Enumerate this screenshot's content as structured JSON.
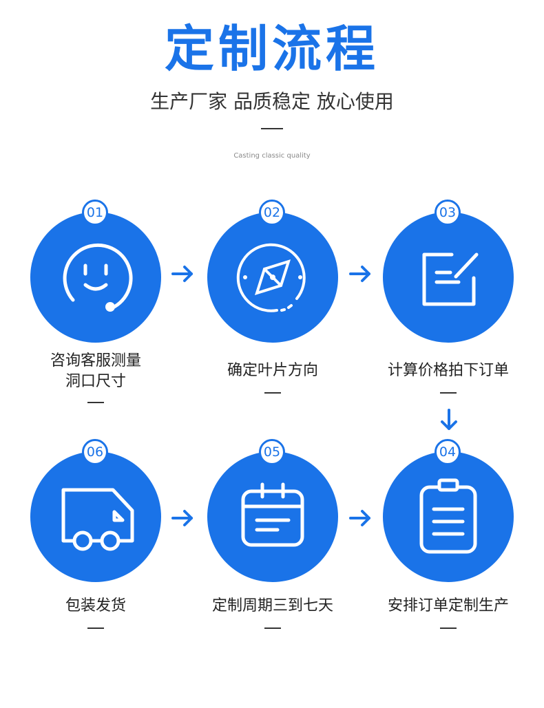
{
  "header": {
    "title": "定制流程",
    "subtitle": "生产厂家 品质稳定 放心使用",
    "tagline": "Casting classic quality"
  },
  "steps": [
    {
      "num": "01",
      "label_line1": "咨询客服测量",
      "label_line2": "洞口尺寸",
      "icon": "smiley-headset-icon"
    },
    {
      "num": "02",
      "label_line1": "确定叶片方向",
      "icon": "compass-icon"
    },
    {
      "num": "03",
      "label_line1": "计算价格拍下订单",
      "icon": "edit-document-icon"
    },
    {
      "num": "04",
      "label_line1": "安排订单定制生产",
      "icon": "clipboard-icon"
    },
    {
      "num": "05",
      "label_line1": "定制周期三到七天",
      "icon": "calendar-icon"
    },
    {
      "num": "06",
      "label_line1": "包装发货",
      "icon": "delivery-truck-icon"
    }
  ],
  "colors": {
    "accent": "#1a73e8",
    "text": "#222222",
    "muted": "#888888"
  }
}
